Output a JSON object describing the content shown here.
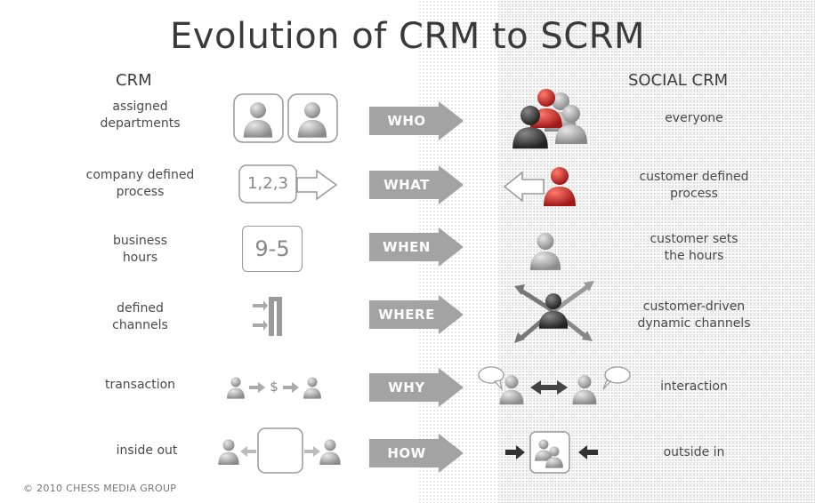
{
  "title": "Evolution of CRM to SCRM",
  "headers": {
    "left": "CRM",
    "right": "SOCIAL CRM"
  },
  "rows": [
    {
      "question": "WHO",
      "crm_line1": "assigned",
      "crm_line2": "departments",
      "scrm_line1": "everyone",
      "scrm_line2": ""
    },
    {
      "question": "WHAT",
      "crm_line1": "company defined",
      "crm_line2": "process",
      "scrm_line1": "customer defined",
      "scrm_line2": "process",
      "crm_icon_text": "1,2,3"
    },
    {
      "question": "WHEN",
      "crm_line1": "business",
      "crm_line2": "hours",
      "scrm_line1": "customer sets",
      "scrm_line2": "the hours",
      "crm_icon_text": "9-5"
    },
    {
      "question": "WHERE",
      "crm_line1": "defined",
      "crm_line2": "channels",
      "scrm_line1": "customer-driven",
      "scrm_line2": "dynamic channels"
    },
    {
      "question": "WHY",
      "crm_line1": "transaction",
      "crm_line2": "",
      "scrm_line1": "interaction",
      "scrm_line2": "",
      "crm_icon_text": "$"
    },
    {
      "question": "HOW",
      "crm_line1": "inside out",
      "crm_line2": "",
      "scrm_line1": "outside in",
      "scrm_line2": ""
    }
  ],
  "copyright": "© 2010 CHESS MEDIA GROUP",
  "colors": {
    "arrow": "#a3a3a3",
    "person_red": "#b32020",
    "person_dark": "#2a2a2a",
    "person_gray": "#9a9a9a"
  }
}
